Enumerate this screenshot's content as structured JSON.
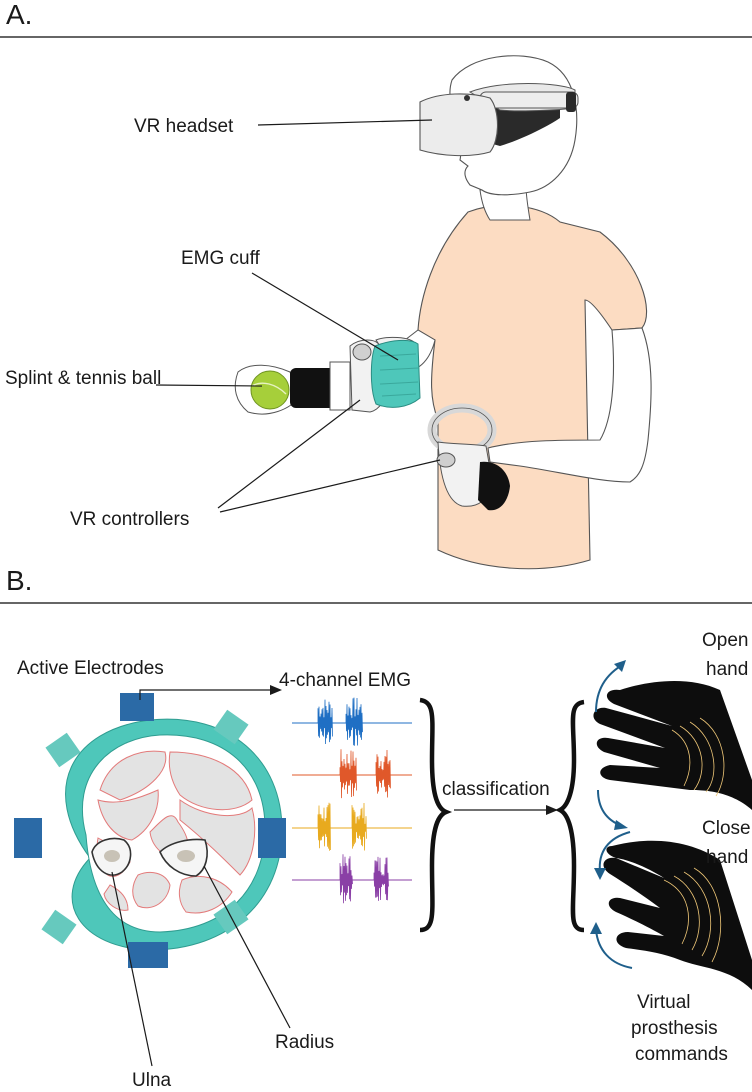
{
  "panels": {
    "a": "A.",
    "b": "B."
  },
  "panel_a": {
    "vr_headset": "VR headset",
    "emg_cuff": "EMG cuff",
    "splint_ball": "Splint & tennis ball",
    "vr_controllers": "VR controllers"
  },
  "panel_b": {
    "active_electrodes": "Active Electrodes",
    "emg_title": "4-channel EMG",
    "classification": "classification",
    "radius": "Radius",
    "ulna": "Ulna",
    "open_hand": [
      "Open",
      "hand"
    ],
    "close_hand": [
      "Close",
      "hand"
    ],
    "commands": [
      "Virtual",
      "prosthesis",
      "commands"
    ]
  },
  "emg_channels": [
    {
      "color": "#1f6fc4"
    },
    {
      "color": "#e0582a"
    },
    {
      "color": "#e8aa1e"
    },
    {
      "color": "#8a3fa6"
    }
  ],
  "colors": {
    "skin_shirt": "#fcdcc2",
    "cuff": "#4ec7ba",
    "electrode": "#2b6aa6",
    "ball": "#a6cf3a",
    "arrow": "#1f5f8b",
    "hand": "#0d0d0d",
    "tendon": "#f0c878"
  }
}
